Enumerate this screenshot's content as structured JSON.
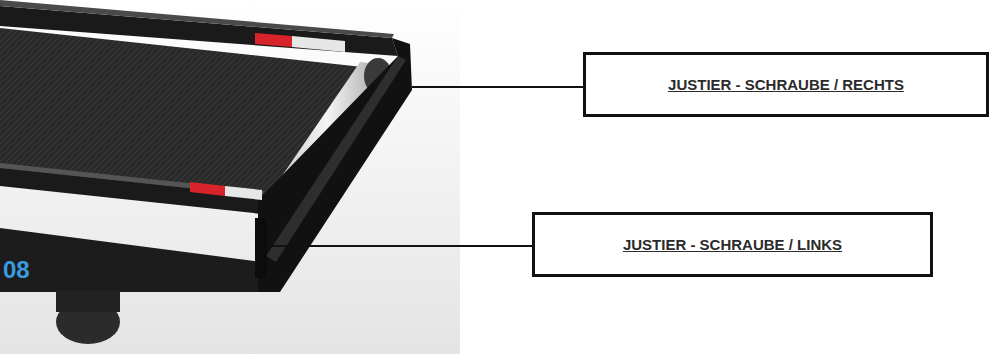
{
  "diagram": {
    "nodes": [
      {
        "text": [
          "JUSTIER - SCHRAUBE / RECHTS"
        ]
      },
      {
        "text": [
          "JUSTIER - SCHRAUBE / LINKS"
        ]
      }
    ],
    "labels": [
      "08"
    ]
  }
}
